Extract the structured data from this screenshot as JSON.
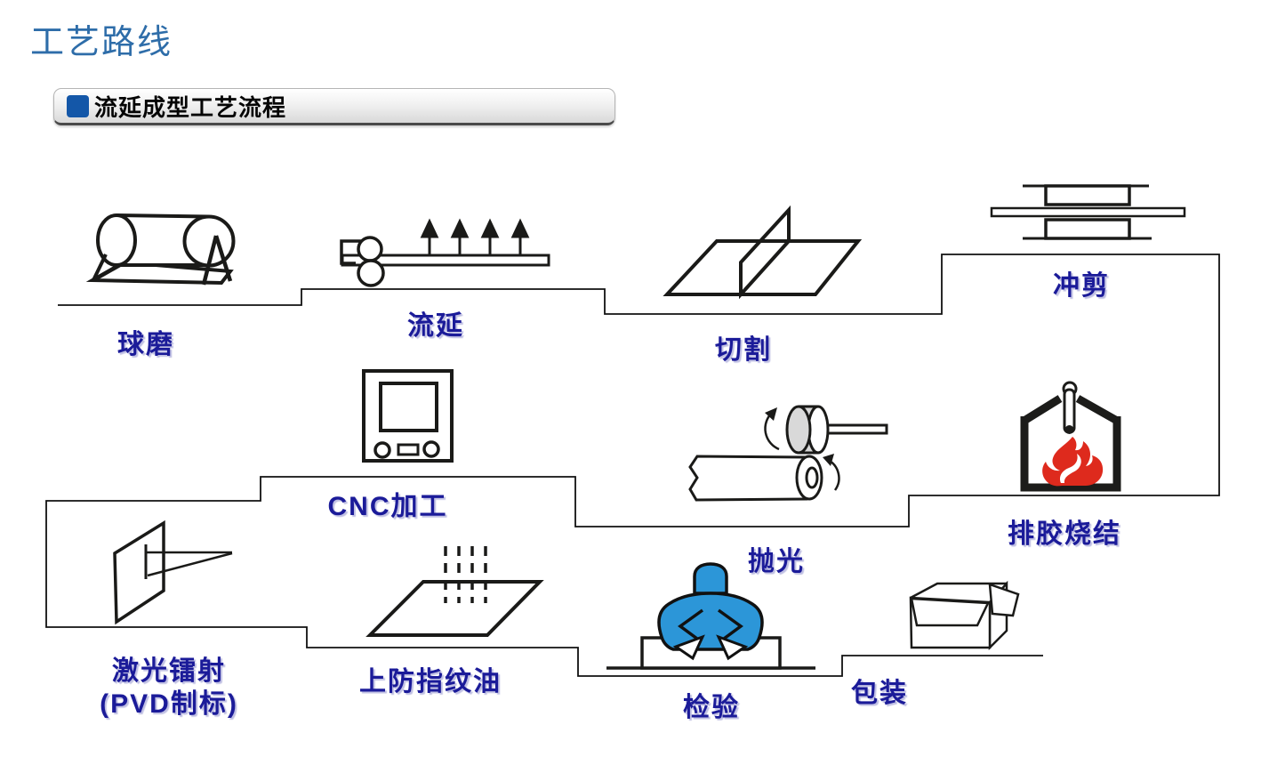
{
  "page": {
    "title": "工艺路线"
  },
  "section": {
    "title": "流延成型工艺流程"
  },
  "steps": [
    {
      "name": "ball-milling",
      "label": "球磨"
    },
    {
      "name": "tape-casting",
      "label": "流延"
    },
    {
      "name": "cutting",
      "label": "切割"
    },
    {
      "name": "punching",
      "label": "冲剪"
    },
    {
      "name": "debinding-sintering",
      "label": "排胶烧结"
    },
    {
      "name": "polishing",
      "label": "抛光"
    },
    {
      "name": "cnc-machining",
      "label": "CNC加工"
    },
    {
      "name": "laser-marking",
      "label": "激光镭射",
      "sublabel": "(PVD制标)"
    },
    {
      "name": "anti-fingerprint-coating",
      "label": "上防指纹油"
    },
    {
      "name": "inspection",
      "label": "检验"
    },
    {
      "name": "packaging",
      "label": "包装"
    }
  ],
  "colors": {
    "title_blue": "#2e6da9",
    "label_navy": "#1b1b99",
    "bullet_blue": "#1457a8",
    "person_blue": "#2c96d8",
    "flame_red": "#de2a1d",
    "wheel_gray": "#d9d9d9",
    "line_black": "#111111"
  }
}
